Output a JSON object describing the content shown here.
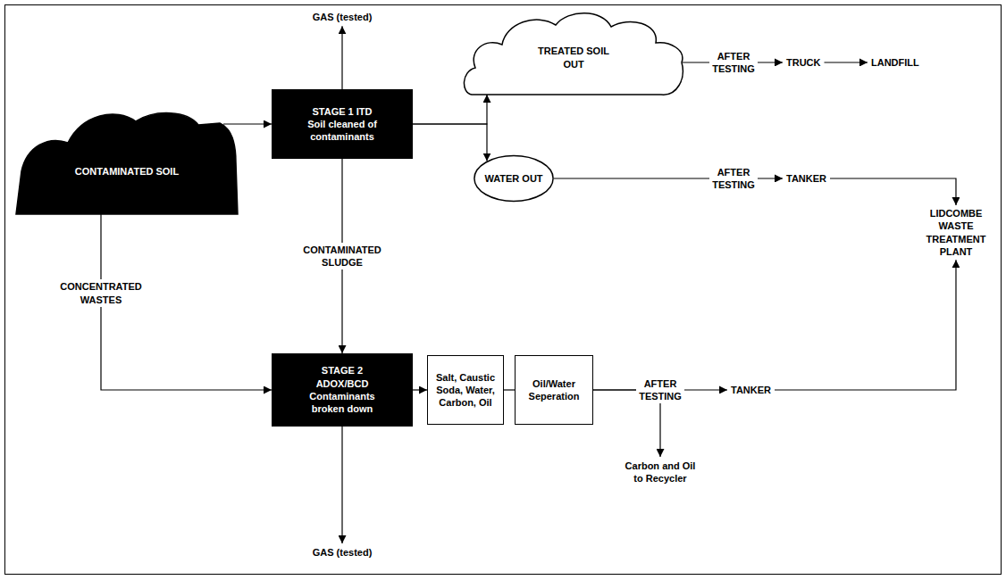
{
  "diagram": {
    "nodes": [
      {
        "text": [
          "CONTAMINATED SOIL"
        ]
      },
      {
        "text": [
          "STAGE 1 ITD",
          "Soil cleaned of contaminants"
        ]
      },
      {
        "text": [
          "GAS (tested)"
        ]
      },
      {
        "text": [
          "TREATED SOIL OUT"
        ]
      },
      {
        "text": [
          "WATER OUT"
        ]
      },
      {
        "text": [
          "TRUCK"
        ]
      },
      {
        "text": [
          "LANDFILL"
        ]
      },
      {
        "text": [
          "TANKER"
        ]
      },
      {
        "text": [
          "LIDCOMBE WASTE TREATMENT PLANT"
        ]
      },
      {
        "text": [
          "STAGE 2 ADOX/BCD",
          "Contaminants broken down"
        ]
      },
      {
        "text": [
          "GAS (tested)"
        ]
      },
      {
        "text": [
          "Salt, Caustic Soda, Water, Carbon, Oil"
        ]
      },
      {
        "text": [
          "Oil/Water Seperation"
        ]
      },
      {
        "text": [
          "TANKER"
        ]
      },
      {
        "text": [
          "Carbon and Oil to Recycler"
        ]
      }
    ],
    "edges": [
      {
        "from": 0,
        "to": 1,
        "arrow": "to"
      },
      {
        "from": 0,
        "to": 9,
        "label": "CONCENTRATED WASTES",
        "arrow": "to"
      },
      {
        "from": 1,
        "to": 2,
        "arrow": "to"
      },
      {
        "from": 1,
        "to": 3,
        "arrow": "to"
      },
      {
        "from": 1,
        "to": 4,
        "arrow": "to"
      },
      {
        "from": 1,
        "to": 9,
        "label": "CONTAMINATED SLUDGE",
        "arrow": "to"
      },
      {
        "from": 3,
        "to": 5,
        "label": "AFTER TESTING",
        "arrow": "to"
      },
      {
        "from": 5,
        "to": 6,
        "arrow": "to"
      },
      {
        "from": 4,
        "to": 7,
        "label": "AFTER TESTING",
        "arrow": "to"
      },
      {
        "from": 7,
        "to": 8,
        "arrow": "to"
      },
      {
        "from": 9,
        "to": 10,
        "arrow": "to"
      },
      {
        "from": 9,
        "to": 11,
        "arrow": "to"
      },
      {
        "from": 11,
        "to": 12,
        "arrow": "none"
      },
      {
        "from": 12,
        "to": 13,
        "label": "AFTER TESTING",
        "arrow": "to"
      },
      {
        "from": 12,
        "to": 14,
        "arrow": "to"
      },
      {
        "from": 13,
        "to": 8,
        "arrow": "to"
      }
    ]
  }
}
